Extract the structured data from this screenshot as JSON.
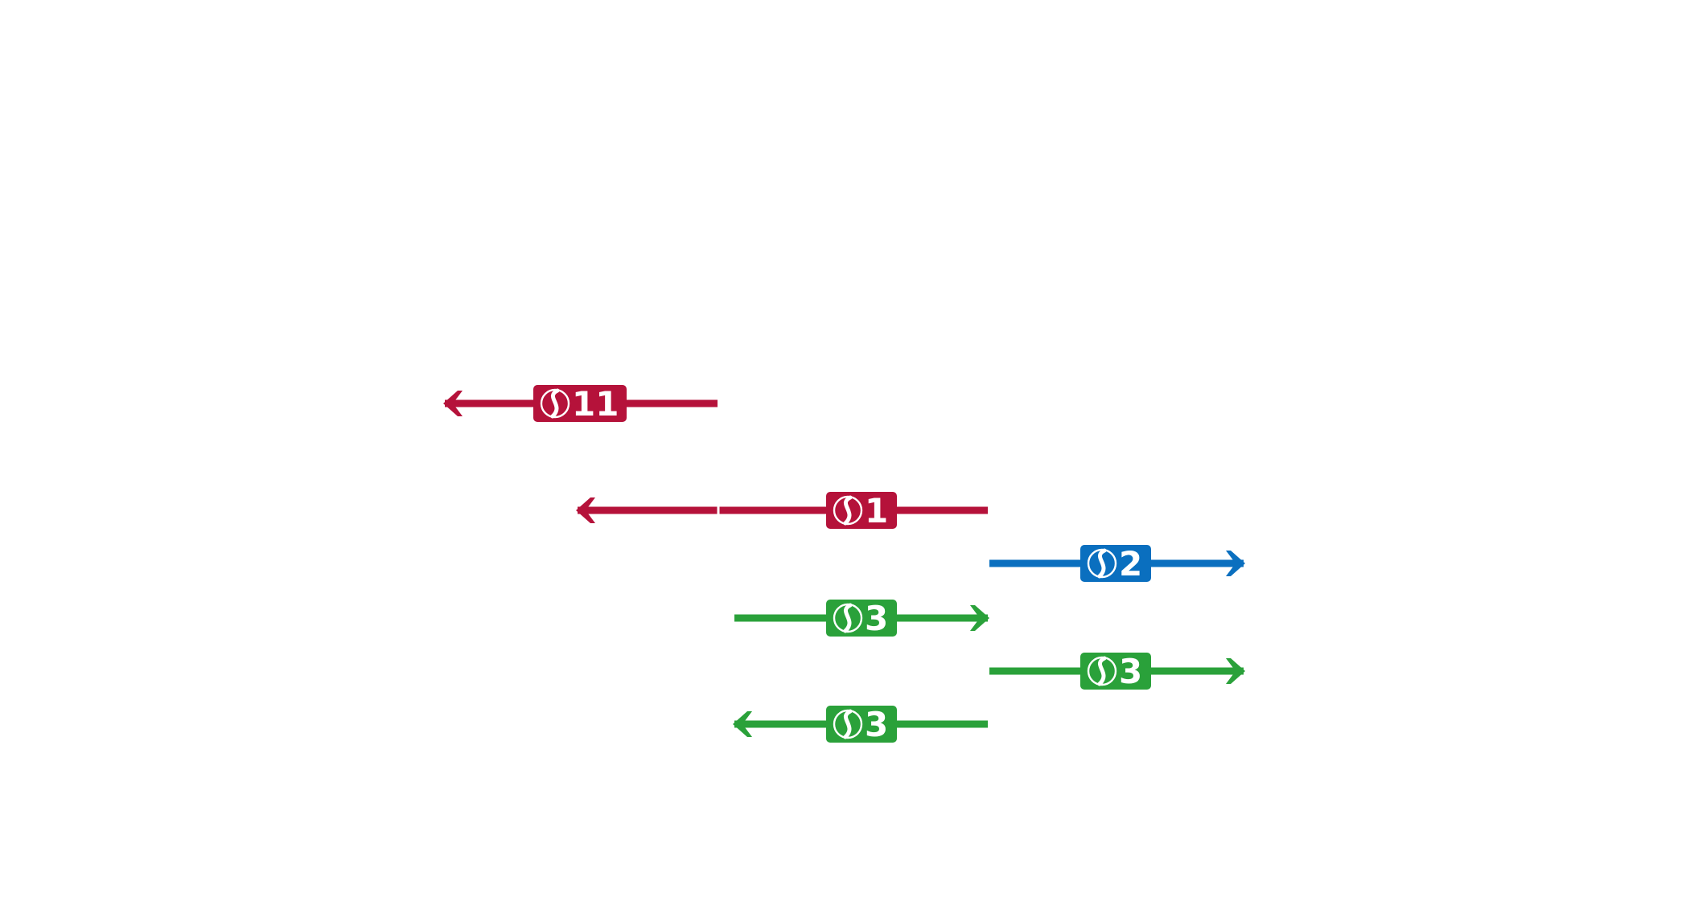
{
  "colors": {
    "s1_red": "#b5123a",
    "s2_blue": "#0a6fbf",
    "s3_green": "#2aa13a",
    "background": "#ffffff"
  },
  "lines": [
    {
      "id": "s11",
      "label": "11",
      "color": "#b5123a",
      "direction": "left",
      "icon": "s-bahn-logo-icon"
    },
    {
      "id": "s1",
      "label": "1",
      "color": "#b5123a",
      "direction": "left",
      "icon": "s-bahn-logo-icon"
    },
    {
      "id": "s2",
      "label": "2",
      "color": "#0a6fbf",
      "direction": "right",
      "icon": "s-bahn-logo-icon"
    },
    {
      "id": "s3a",
      "label": "3",
      "color": "#2aa13a",
      "direction": "right",
      "icon": "s-bahn-logo-icon"
    },
    {
      "id": "s3b",
      "label": "3",
      "color": "#2aa13a",
      "direction": "right",
      "icon": "s-bahn-logo-icon"
    },
    {
      "id": "s3c",
      "label": "3",
      "color": "#2aa13a",
      "direction": "left",
      "icon": "s-bahn-logo-icon"
    }
  ]
}
